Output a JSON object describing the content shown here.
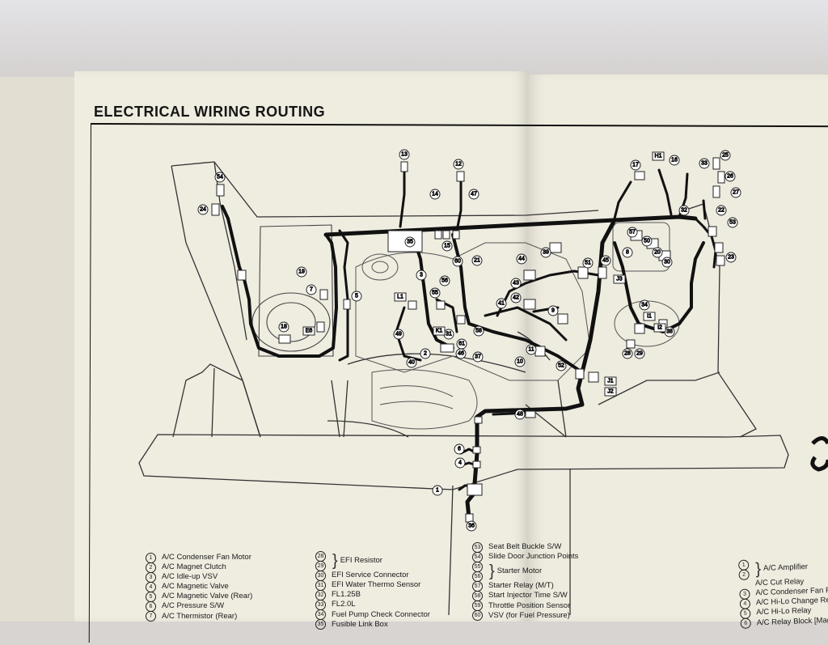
{
  "page": {
    "title": "ELECTRICAL WIRING ROUTING"
  },
  "diagram_labels": {
    "circled": [
      {
        "id": "n13",
        "text": "13"
      },
      {
        "id": "n12",
        "text": "12"
      },
      {
        "id": "n54",
        "text": "54"
      },
      {
        "id": "n24",
        "text": "24"
      },
      {
        "id": "n14",
        "text": "14"
      },
      {
        "id": "n47",
        "text": "47"
      },
      {
        "id": "n35",
        "text": "35"
      },
      {
        "id": "n15",
        "text": "15"
      },
      {
        "id": "n19",
        "text": "19"
      },
      {
        "id": "n3",
        "text": "3"
      },
      {
        "id": "n56",
        "text": "56"
      },
      {
        "id": "n60",
        "text": "60"
      },
      {
        "id": "n7",
        "text": "7"
      },
      {
        "id": "n5",
        "text": "5"
      },
      {
        "id": "n18",
        "text": "18"
      },
      {
        "id": "n21",
        "text": "21"
      },
      {
        "id": "n55",
        "text": "55"
      },
      {
        "id": "n49",
        "text": "49"
      },
      {
        "id": "n31",
        "text": "31"
      },
      {
        "id": "n61",
        "text": "61"
      },
      {
        "id": "n58",
        "text": "58"
      },
      {
        "id": "n46",
        "text": "46"
      },
      {
        "id": "n37",
        "text": "37"
      },
      {
        "id": "n2",
        "text": "2"
      },
      {
        "id": "n40",
        "text": "40"
      },
      {
        "id": "n44",
        "text": "44"
      },
      {
        "id": "n43",
        "text": "43"
      },
      {
        "id": "n42",
        "text": "42"
      },
      {
        "id": "n41",
        "text": "41"
      },
      {
        "id": "n39",
        "text": "39"
      },
      {
        "id": "n9",
        "text": "9"
      },
      {
        "id": "n11",
        "text": "11"
      },
      {
        "id": "n10",
        "text": "10"
      },
      {
        "id": "n51",
        "text": "51"
      },
      {
        "id": "n45",
        "text": "45"
      },
      {
        "id": "n52",
        "text": "52"
      },
      {
        "id": "n48",
        "text": "48"
      },
      {
        "id": "n17",
        "text": "17"
      },
      {
        "id": "n16",
        "text": "16"
      },
      {
        "id": "n33",
        "text": "33"
      },
      {
        "id": "n32",
        "text": "32"
      },
      {
        "id": "n25",
        "text": "25"
      },
      {
        "id": "n26",
        "text": "26"
      },
      {
        "id": "n27",
        "text": "27"
      },
      {
        "id": "n22",
        "text": "22"
      },
      {
        "id": "n53",
        "text": "53"
      },
      {
        "id": "n23",
        "text": "23"
      },
      {
        "id": "n57",
        "text": "57"
      },
      {
        "id": "n50",
        "text": "50"
      },
      {
        "id": "n8",
        "text": "8"
      },
      {
        "id": "n20",
        "text": "20"
      },
      {
        "id": "n30",
        "text": "30"
      },
      {
        "id": "n34",
        "text": "34"
      },
      {
        "id": "n38",
        "text": "38"
      },
      {
        "id": "n28",
        "text": "28"
      },
      {
        "id": "n29",
        "text": "29"
      },
      {
        "id": "n6",
        "text": "6"
      },
      {
        "id": "n4",
        "text": "4"
      },
      {
        "id": "n1",
        "text": "1"
      },
      {
        "id": "n36",
        "text": "36"
      }
    ],
    "boxed": [
      {
        "id": "bH1",
        "text": "H1"
      },
      {
        "id": "bL1",
        "text": "L1"
      },
      {
        "id": "bE6",
        "text": "E6"
      },
      {
        "id": "bK1",
        "text": "K1"
      },
      {
        "id": "bJ3",
        "text": "J3"
      },
      {
        "id": "bI1",
        "text": "I1"
      },
      {
        "id": "bI2",
        "text": "I2"
      },
      {
        "id": "bJ1",
        "text": "J1"
      },
      {
        "id": "bJ2",
        "text": "J2"
      }
    ]
  },
  "legend": {
    "col1": [
      {
        "num": "1",
        "text": "A/C Condenser Fan Motor"
      },
      {
        "num": "2",
        "text": "A/C Magnet Clutch"
      },
      {
        "num": "3",
        "text": "A/C Idle-up VSV"
      },
      {
        "num": "4",
        "text": "A/C Magnetic Valve"
      },
      {
        "num": "5",
        "text": "A/C Magnetic Valve (Rear)"
      },
      {
        "num": "6",
        "text": "A/C Pressure S/W"
      },
      {
        "num": "7",
        "text": "A/C Thermistor (Rear)"
      }
    ],
    "col2": {
      "group1": {
        "nums": [
          "28",
          "29"
        ],
        "text": "EFI Resistor"
      },
      "items": [
        {
          "num": "30",
          "text": "EFI Service Connector"
        },
        {
          "num": "31",
          "text": "EFI Water Thermo Sensor"
        },
        {
          "num": "32",
          "text": "FL1.25B"
        },
        {
          "num": "33",
          "text": "FL2.0L"
        },
        {
          "num": "34",
          "text": "Fuel Pump Check Connector"
        },
        {
          "num": "35",
          "text": "Fusible Link Box"
        }
      ]
    },
    "col3": {
      "items_a": [
        {
          "num": "53",
          "text": "Seat Belt Buckle S/W"
        },
        {
          "num": "54",
          "text": "Slide Door Junction Points"
        }
      ],
      "group1": {
        "nums": [
          "55",
          "56"
        ],
        "text": "Starter Motor"
      },
      "items_b": [
        {
          "num": "57",
          "text": "Starter Relay (M/T)"
        },
        {
          "num": "58",
          "text": "Start Injector Time S/W"
        },
        {
          "num": "59",
          "text": "Throttle Position Sensor"
        },
        {
          "num": "60",
          "text": "VSV (for Fuel Pressure)"
        }
      ]
    },
    "col4": {
      "group1": {
        "nums": [
          "1",
          "2"
        ],
        "text": "A/C Amplifier"
      },
      "items": [
        {
          "num": "",
          "text": "A/C Cut Relay"
        },
        {
          "num": "3",
          "text": "A/C Condenser Fan Re"
        },
        {
          "num": "4",
          "text": "A/C Hi-Lo Change Rela"
        },
        {
          "num": "5",
          "text": "A/C Hi-Lo Relay"
        },
        {
          "num": "6",
          "text": "A/C Relay Block [Mag"
        }
      ]
    }
  }
}
